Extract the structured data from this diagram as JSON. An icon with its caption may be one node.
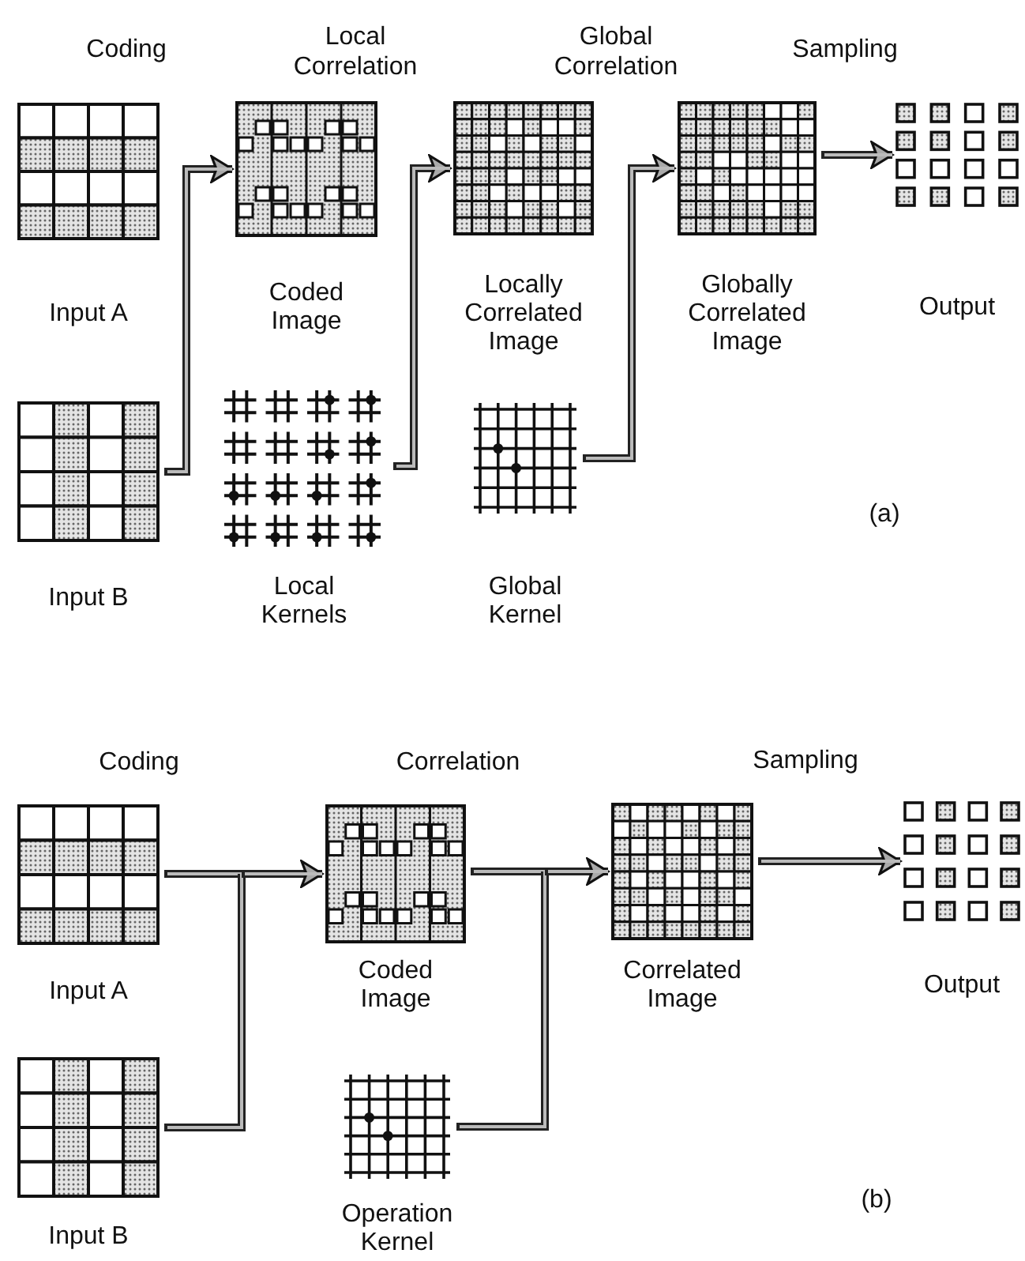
{
  "diagram": {
    "nodes": [
      {
        "text": [
          "Input A"
        ]
      },
      {
        "text": [
          "Coded Image"
        ]
      },
      {
        "text": [
          "Locally Correlated Image"
        ]
      },
      {
        "text": [
          "Globally Correlated Image"
        ]
      },
      {
        "text": [
          "Output"
        ]
      },
      {
        "text": [
          "Input B"
        ]
      },
      {
        "text": [
          "Local Kernels"
        ]
      },
      {
        "text": [
          "Global Kernel"
        ]
      },
      {
        "text": [
          "Input A"
        ]
      },
      {
        "text": [
          "Coded Image"
        ]
      },
      {
        "text": [
          "Correlated Image"
        ]
      },
      {
        "text": [
          "Output"
        ]
      },
      {
        "text": [
          "Input B"
        ]
      },
      {
        "text": [
          "Operation Kernel"
        ]
      }
    ],
    "edges": [
      {
        "from": 5,
        "to": 1,
        "arrow": "to"
      },
      {
        "from": 6,
        "to": 2,
        "arrow": "to"
      },
      {
        "from": 7,
        "to": 3,
        "arrow": "to"
      },
      {
        "from": 3,
        "to": 4,
        "arrow": "to"
      },
      {
        "from": 8,
        "to": 9,
        "arrow": "to"
      },
      {
        "from": 12,
        "to": 9,
        "arrow": "to"
      },
      {
        "from": 9,
        "to": 10,
        "arrow": "to"
      },
      {
        "from": 13,
        "to": 10,
        "arrow": "to"
      },
      {
        "from": 10,
        "to": 11,
        "arrow": "to"
      }
    ],
    "labels": [
      "Coding",
      "Local Correlation",
      "Global Correlation",
      "Sampling",
      "(a)",
      "Coding",
      "Correlation",
      "Sampling",
      "(b)"
    ]
  }
}
